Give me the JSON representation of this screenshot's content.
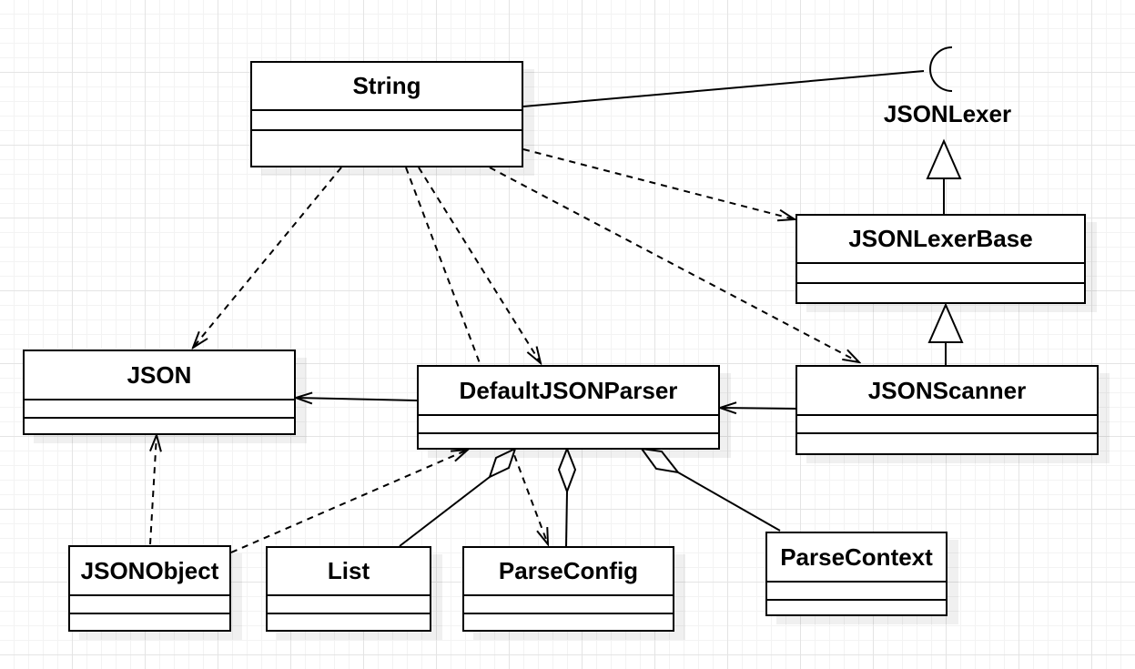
{
  "diagram": {
    "classes": {
      "string": "String",
      "json": "JSON",
      "default_json_parser": "DefaultJSONParser",
      "json_lexer_base": "JSONLexerBase",
      "json_scanner": "JSONScanner",
      "json_object": "JSONObject",
      "list": "List",
      "parse_config": "ParseConfig",
      "parse_context": "ParseContext"
    },
    "interface": "JSONLexer",
    "line_color": "#000000",
    "grid_color": "#e4e4e4"
  }
}
